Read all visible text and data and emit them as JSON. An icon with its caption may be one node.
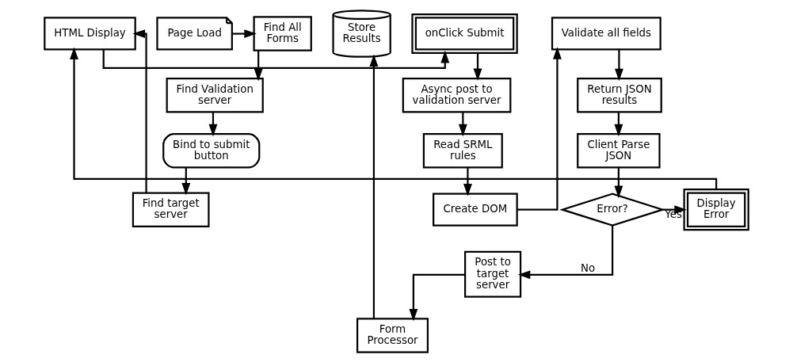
{
  "diagram": {
    "nodes": [
      {
        "text": [
          "Page Load"
        ]
      },
      {
        "text": [
          "Find All Forms"
        ]
      },
      {
        "text": [
          "Find Validation server"
        ]
      },
      {
        "text": [
          "Bind to submit button"
        ]
      },
      {
        "text": [
          "Find target server"
        ]
      },
      {
        "text": [
          "HTML Display"
        ]
      },
      {
        "text": [
          "onClick Submit"
        ]
      },
      {
        "text": [
          "Async post to validation server"
        ]
      },
      {
        "text": [
          "Read SRML rules"
        ]
      },
      {
        "text": [
          "Create DOM"
        ]
      },
      {
        "text": [
          "Validate all fields"
        ]
      },
      {
        "text": [
          "Return JSON results"
        ]
      },
      {
        "text": [
          "Client Parse JSON"
        ]
      },
      {
        "text": [
          "Error?"
        ]
      },
      {
        "text": [
          "Display Error"
        ]
      },
      {
        "text": [
          "Post to target server"
        ]
      },
      {
        "text": [
          "Form Processor"
        ]
      },
      {
        "text": [
          "Store Results"
        ]
      }
    ],
    "edges": [
      {
        "from": 0,
        "to": 1,
        "arrow": "to"
      },
      {
        "from": 1,
        "to": 2,
        "arrow": "to"
      },
      {
        "from": 2,
        "to": 3,
        "arrow": "to"
      },
      {
        "from": 3,
        "to": 4,
        "arrow": "to"
      },
      {
        "from": 4,
        "to": 5,
        "arrow": "to"
      },
      {
        "from": 5,
        "to": 6,
        "arrow": "to"
      },
      {
        "from": 6,
        "to": 7,
        "arrow": "to"
      },
      {
        "from": 7,
        "to": 8,
        "arrow": "to"
      },
      {
        "from": 8,
        "to": 9,
        "arrow": "to"
      },
      {
        "from": 9,
        "to": 10,
        "arrow": "to"
      },
      {
        "from": 10,
        "to": 11,
        "arrow": "to"
      },
      {
        "from": 11,
        "to": 12,
        "arrow": "to"
      },
      {
        "from": 12,
        "to": 13,
        "arrow": "to"
      },
      {
        "from": 13,
        "to": 14,
        "arrow": "to",
        "label": "Yes"
      },
      {
        "from": 14,
        "to": 5,
        "arrow": "to"
      },
      {
        "from": 13,
        "to": 15,
        "arrow": "to",
        "label": "No"
      },
      {
        "from": 15,
        "to": 16,
        "arrow": "to"
      },
      {
        "from": 16,
        "to": 17,
        "arrow": "to"
      }
    ]
  }
}
